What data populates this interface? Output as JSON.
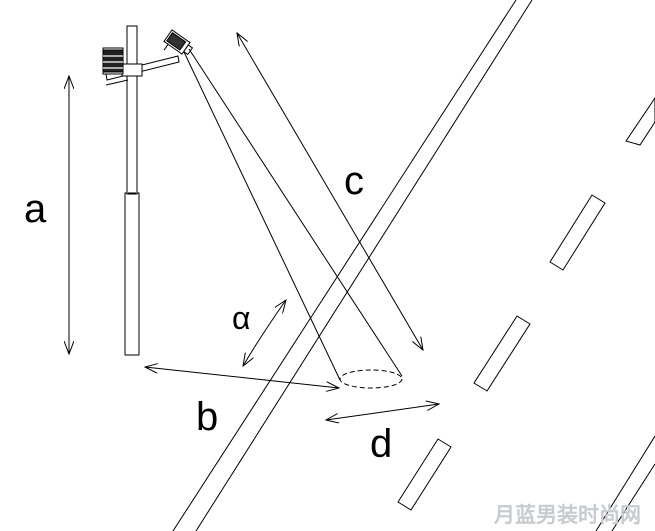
{
  "labels": {
    "a": "a",
    "b": "b",
    "c": "c",
    "d": "d",
    "alpha": "α"
  },
  "watermark": "月蓝男装时尚网",
  "colors": {
    "line": "#000000",
    "background": "#ffffff",
    "watermark": "#c7cbd0"
  }
}
